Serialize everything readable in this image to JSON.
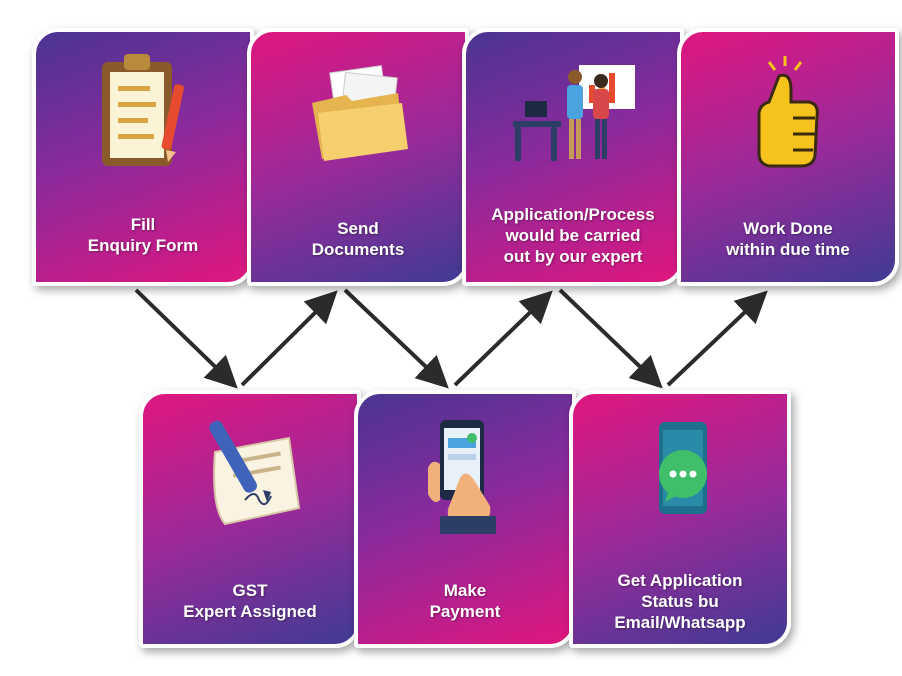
{
  "steps": [
    {
      "id": "fill",
      "lines": [
        "Fill",
        "Enquiry Form"
      ],
      "icon": "clipboard-icon"
    },
    {
      "id": "send",
      "lines": [
        "Send",
        "Documents"
      ],
      "icon": "folder-icon"
    },
    {
      "id": "process",
      "lines": [
        "Application/Process",
        "would be carried",
        "out by our expert"
      ],
      "icon": "consultants-icon"
    },
    {
      "id": "done",
      "lines": [
        "Work Done",
        "within due time"
      ],
      "icon": "thumbs-up-icon"
    },
    {
      "id": "gst",
      "lines": [
        "GST",
        "Expert Assigned"
      ],
      "icon": "signing-pen-icon"
    },
    {
      "id": "pay",
      "lines": [
        "Make",
        "Payment"
      ],
      "icon": "mobile-payment-icon"
    },
    {
      "id": "status",
      "lines": [
        "Get Application",
        "Status bu",
        "Email/Whatsapp"
      ],
      "icon": "chat-phone-icon"
    }
  ],
  "colors": {
    "pink": "#e0167f",
    "purple": "#4a3591",
    "arrow": "#2b2b2b"
  }
}
